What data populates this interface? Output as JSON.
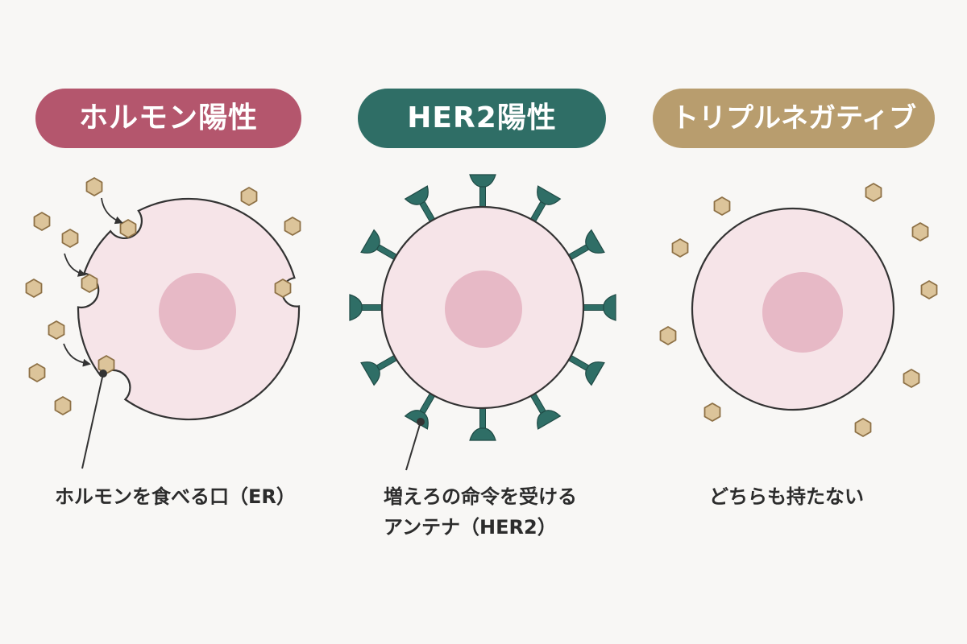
{
  "colors": {
    "hormone_accent": "#b4566d",
    "her2_accent": "#2f6e66",
    "triple_accent": "#b89d6e",
    "cell_fill": "#f6e4e8",
    "nucleus_fill": "#e7b9c6",
    "hormone_particle_fill": "#dcc49a",
    "hormone_particle_stroke": "#8e7146",
    "outline": "#333333"
  },
  "panels": [
    {
      "title": "ホルモン陽性",
      "caption": "ホルモンを食べる口（ER）"
    },
    {
      "title": "HER2陽性",
      "caption_lines": [
        "増えろの命令を受ける",
        "アンテナ（HER2）"
      ]
    },
    {
      "title": "トリプルネガティブ",
      "caption": "どちらも持たない"
    }
  ],
  "icons": {
    "hormone_particle": "hexagon-hormone-icon",
    "receptor": "er-receptor-pocket-icon",
    "antenna": "her2-antenna-icon"
  }
}
